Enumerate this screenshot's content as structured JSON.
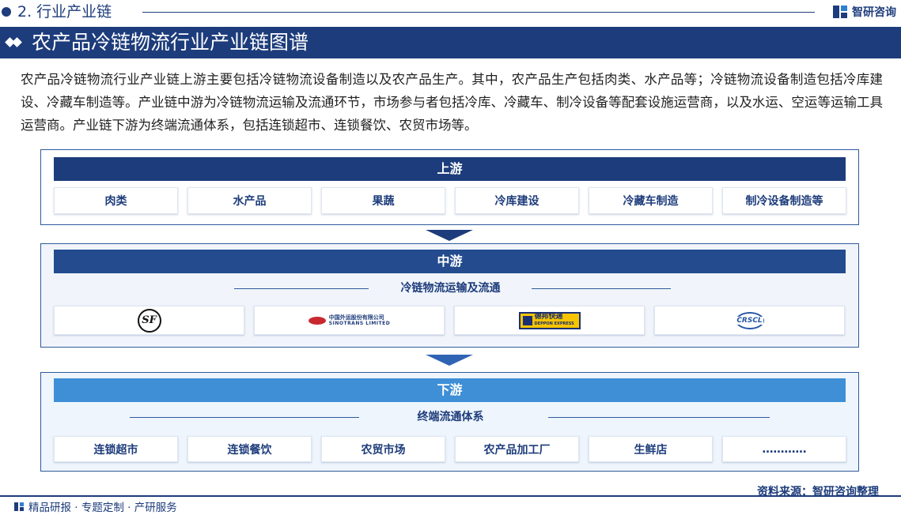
{
  "header": {
    "section_label": "2. 行业产业链",
    "brand_name": "智研咨询"
  },
  "banner": {
    "title": "农产品冷链物流行业产业链图谱"
  },
  "intro": "农产品冷链物流行业产业链上游主要包括冷链物流设备制造以及农产品生产。其中，农产品生产包括肉类、水产品等；冷链物流设备制造包括冷库建设、冷藏车制造等。产业链中游为冷链物流运输及流通环节，市场参与者包括冷库、冷藏车、制冷设备等配套设施运营商，以及水运、空运等运输工具运营商。产业链下游为终端流通体系，包括连锁超市、连锁餐饮、农贸市场等。",
  "upstream": {
    "title": "上游",
    "items": [
      "肉类",
      "水产品",
      "果蔬",
      "冷库建设",
      "冷藏车制造",
      "制冷设备制造等"
    ]
  },
  "midstream": {
    "title": "中游",
    "subtitle": "冷链物流运输及流通",
    "logos": [
      {
        "icon": "sf-express-logo",
        "text": "SF"
      },
      {
        "icon": "sinotrans-logo",
        "text_cn": "中国外运股份有限公司",
        "text_en": "SINOTRANS LIMITED"
      },
      {
        "icon": "deppon-logo",
        "text_cn": "德邦快递",
        "text_en": "DEPPON EXPRESS"
      },
      {
        "icon": "crscl-logo",
        "text": "CRSCL"
      }
    ]
  },
  "downstream": {
    "title": "下游",
    "subtitle": "终端流通体系",
    "items": [
      "连锁超市",
      "连锁餐饮",
      "农贸市场",
      "农产品加工厂",
      "生鲜店",
      "…………"
    ]
  },
  "footer": {
    "left": "精品研报 · 专题定制 · 产研服务",
    "source": "资料来源：智研咨询整理"
  },
  "colors": {
    "navy": "#1d3c7b",
    "mid_blue": "#234b8e",
    "light_blue": "#3e8fd6"
  }
}
